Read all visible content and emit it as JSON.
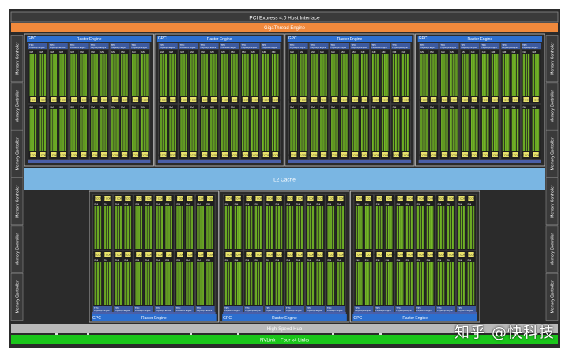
{
  "diagram": {
    "host_interface": "PCI Express 4.0 Host Interface",
    "gigathread": "GigaThread Engine",
    "l2_cache": "L2 Cache",
    "hub": "High-Speed Hub",
    "nvlink": "NVLink – Four x4 Links",
    "memory_controller": "Memory Controller",
    "gpc": "GPC",
    "raster_engine": "Raster Engine",
    "tpc": "TPC",
    "polymorph": "PolyMorph Engine",
    "sm": "SM",
    "rt_core": "RT CORE",
    "top_gpc_count": 4,
    "bottom_gpc_count": 3,
    "tpcs_per_gpc": 6,
    "memory_controllers_per_side": 6
  },
  "colors": {
    "background": "#ffffff",
    "die": "#2b2b2b",
    "host_bar": "#3a3a3a",
    "gigathread": "#f0893c",
    "l2": "#7ab6e3",
    "hub": "#b9b9b9",
    "nvlink": "#1bc61b",
    "raster": "#2d6fcf",
    "cuda": "#76b82a",
    "rt_core": "#e8e26a"
  },
  "watermark": "知乎 @快科技"
}
